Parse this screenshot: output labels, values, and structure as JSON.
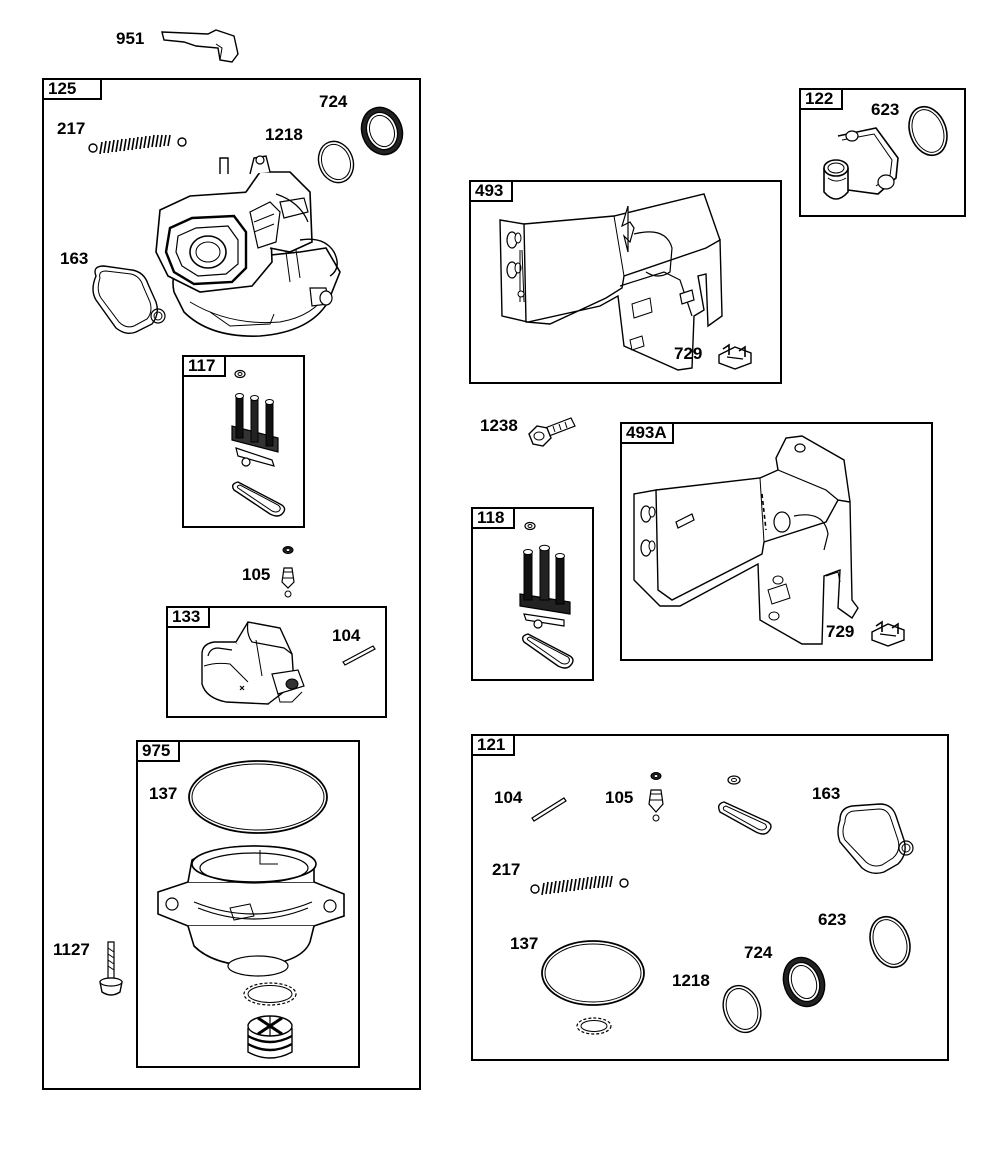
{
  "parts": {
    "p951": "951",
    "p125": "125",
    "p217": "217",
    "p1218": "1218",
    "p724": "724",
    "p163": "163",
    "p117": "117",
    "p105": "105",
    "p133": "133",
    "p104": "104",
    "p975": "975",
    "p137": "137",
    "p1127": "1127",
    "p122": "122",
    "p623": "623",
    "p493": "493",
    "p729": "729",
    "p1238": "1238",
    "p493a": "493A",
    "p118": "118",
    "p121": "121"
  }
}
